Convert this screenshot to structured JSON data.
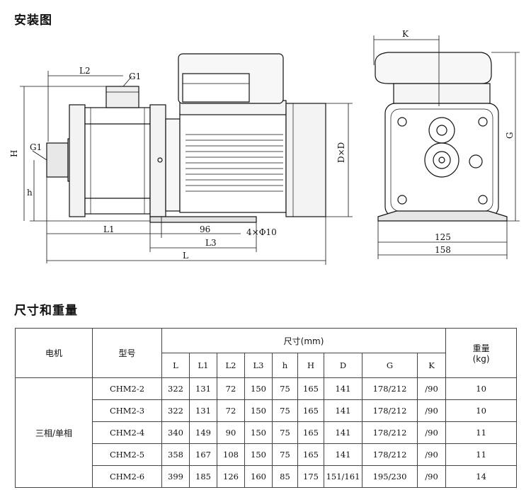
{
  "headings": {
    "installation": "安装图",
    "dimensions": "尺寸和重量"
  },
  "drawing_labels": {
    "L2": "L2",
    "G1_top": "G1",
    "G1_side": "G1",
    "H": "H",
    "h": "h",
    "L1": "L1",
    "dim_96": "96",
    "L3": "L3",
    "L": "L",
    "bolt": "4×Φ10",
    "DxD": "D×D",
    "K": "K",
    "G": "G",
    "dim_125": "125",
    "dim_158": "158"
  },
  "table": {
    "motor_header": "电机",
    "model_header": "型号",
    "size_header": "尺寸(mm)",
    "weight_header": "重量",
    "weight_unit": "(kg)",
    "columns": [
      "L",
      "L1",
      "L2",
      "L3",
      "h",
      "H",
      "D",
      "G",
      "K"
    ],
    "motor_type": "三相/单相",
    "rows": [
      {
        "model": "CHM2-2",
        "values": [
          "322",
          "131",
          "72",
          "150",
          "75",
          "165",
          "141",
          "178/212",
          "/90"
        ],
        "weight": "10"
      },
      {
        "model": "CHM2-3",
        "values": [
          "322",
          "131",
          "72",
          "150",
          "75",
          "165",
          "141",
          "178/212",
          "/90"
        ],
        "weight": "10"
      },
      {
        "model": "CHM2-4",
        "values": [
          "340",
          "149",
          "90",
          "150",
          "75",
          "165",
          "141",
          "178/212",
          "/90"
        ],
        "weight": "11"
      },
      {
        "model": "CHM2-5",
        "values": [
          "358",
          "167",
          "108",
          "150",
          "75",
          "165",
          "141",
          "178/212",
          "/90"
        ],
        "weight": "11"
      },
      {
        "model": "CHM2-6",
        "values": [
          "399",
          "185",
          "126",
          "160",
          "85",
          "175",
          "151/161",
          "195/230",
          "/90"
        ],
        "weight": "14"
      }
    ]
  }
}
